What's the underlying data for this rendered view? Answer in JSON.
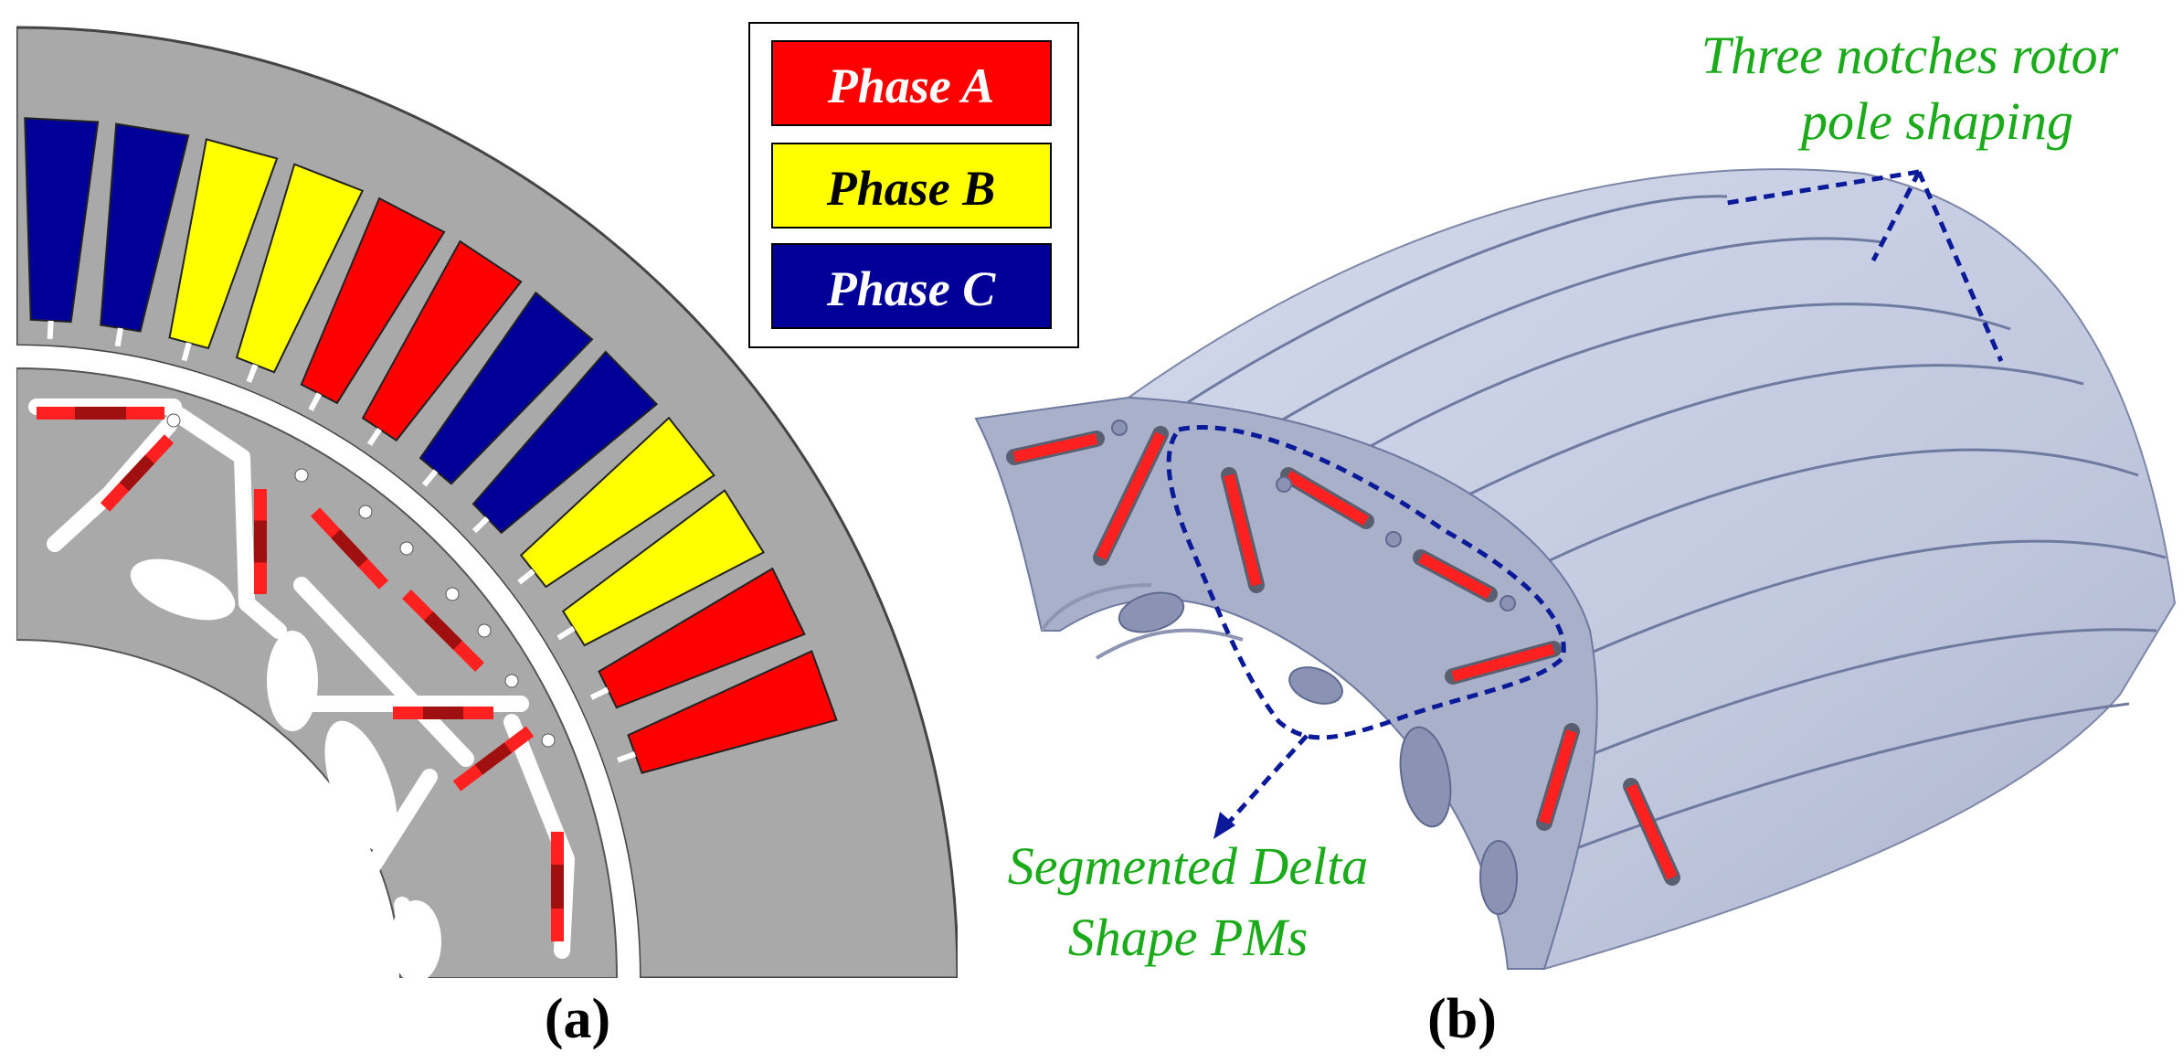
{
  "figure": {
    "panel_a_caption": "(a)",
    "panel_b_caption": "(b)"
  },
  "legend": {
    "items": [
      {
        "label": "Phase A",
        "color": "#ff0000",
        "text_color": "#ffffff"
      },
      {
        "label": "Phase B",
        "color": "#ffff00",
        "text_color": "#000000"
      },
      {
        "label": "Phase C",
        "color": "#000099",
        "text_color": "#ffffff"
      }
    ]
  },
  "annotations": {
    "notches_line1": "Three notches rotor",
    "notches_line2": "pole shaping",
    "pm_line1": "Segmented Delta",
    "pm_line2": "Shape PMs"
  },
  "colors": {
    "stator_iron": "#a9a9a9",
    "rotor_iron_3d": "#c3cae0",
    "rotor_face_3d": "#a9b0c9",
    "magnet": "#ff2020",
    "magnet_dark": "#a01010",
    "annotation_line": "#0a1a99",
    "annotation_text": "#1aaa1a"
  },
  "winding_sequence": [
    "C",
    "C",
    "B",
    "B",
    "A",
    "A",
    "C",
    "C",
    "B",
    "B",
    "A",
    "A"
  ]
}
